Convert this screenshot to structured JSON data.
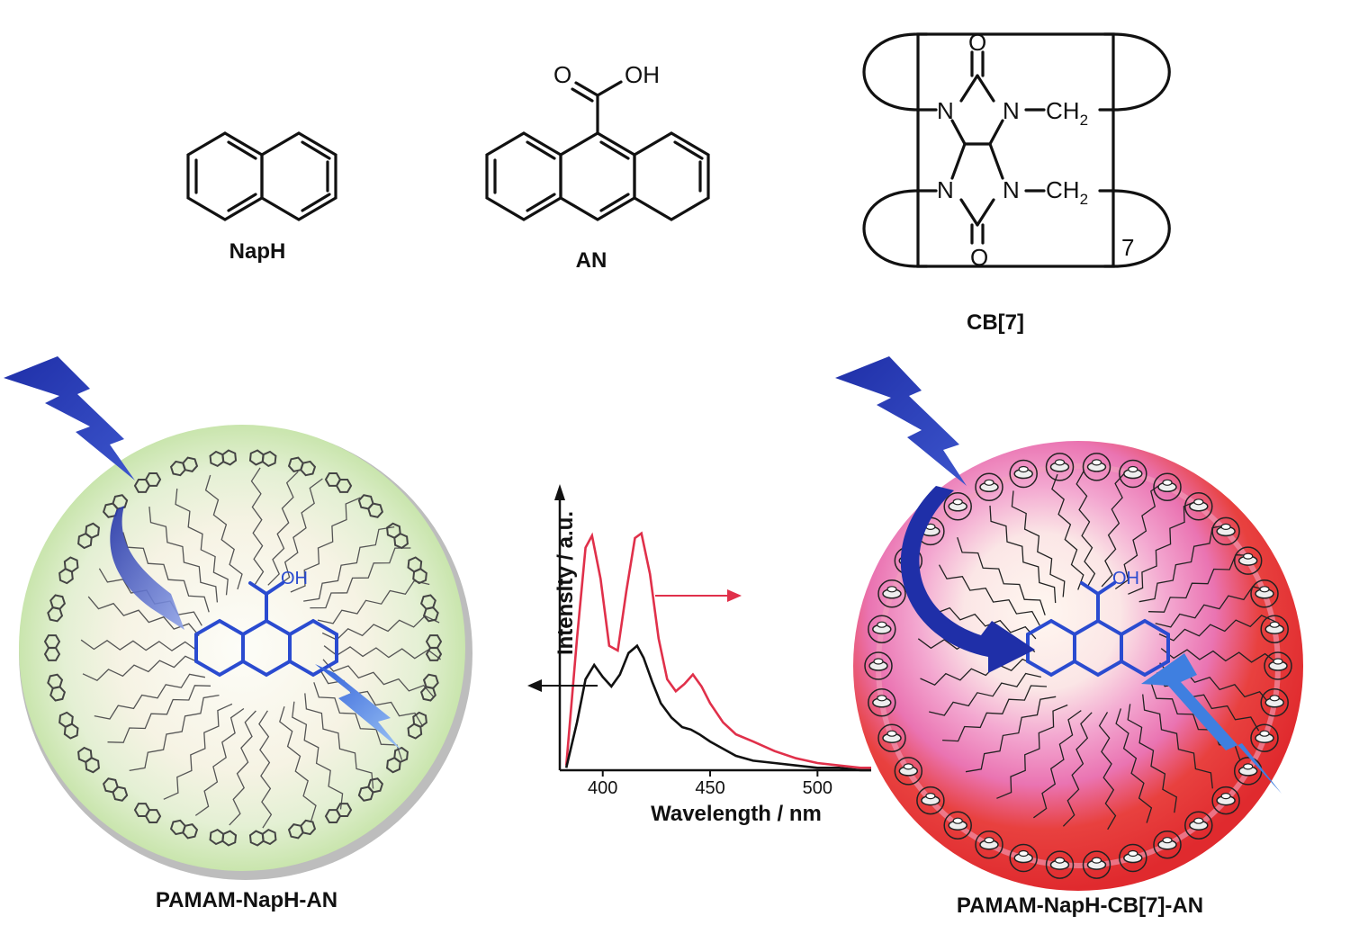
{
  "molecules": {
    "naph_label": "NapH",
    "an_label": "AN",
    "cb_label": "CB[7]",
    "oh": "OH",
    "o": "O",
    "n": "N",
    "ch2": "CH",
    "sub2": "2",
    "repeat": "7"
  },
  "dendrimers": {
    "left_label": "PAMAM-NapH-AN",
    "right_label": "PAMAM-NapH-CB[7]-AN",
    "core_oh": "OH"
  },
  "colors": {
    "left_shell": "#cfe8b6",
    "left_rim": "#b9b9b9",
    "right_shell": "#e8353a",
    "right_mid": "#f7a9c7",
    "core_blue": "#2a4bd0",
    "bolt_dark": "#1f2fa8",
    "bolt_light": "#3f7fe0",
    "red_series": "#e0304a",
    "black_series": "#111111"
  },
  "chart_data": {
    "type": "line",
    "xlabel": "Wavelength / nm",
    "ylabel": "Intensity / a.u.",
    "xlim": [
      380,
      525
    ],
    "ylim": [
      0,
      1
    ],
    "xticks": [
      400,
      450,
      500
    ],
    "series": [
      {
        "color": "red",
        "x": [
          383,
          388,
          392,
          395,
          399,
          403,
          407,
          411,
          415,
          418,
          422,
          426,
          430,
          434,
          438,
          442,
          446,
          450,
          456,
          462,
          470,
          480,
          490,
          500,
          510,
          520,
          525
        ],
        "y": [
          0.02,
          0.55,
          0.93,
          0.98,
          0.8,
          0.52,
          0.5,
          0.75,
          0.97,
          0.99,
          0.82,
          0.55,
          0.38,
          0.33,
          0.36,
          0.4,
          0.35,
          0.28,
          0.2,
          0.15,
          0.12,
          0.08,
          0.05,
          0.03,
          0.02,
          0.01,
          0.01
        ]
      },
      {
        "color": "black",
        "x": [
          383,
          388,
          392,
          396,
          400,
          404,
          408,
          412,
          416,
          419,
          423,
          427,
          432,
          437,
          441,
          445,
          450,
          456,
          462,
          470,
          480,
          490,
          500,
          510,
          520,
          525
        ],
        "y": [
          0.01,
          0.2,
          0.38,
          0.44,
          0.39,
          0.35,
          0.4,
          0.49,
          0.52,
          0.47,
          0.37,
          0.28,
          0.22,
          0.18,
          0.17,
          0.15,
          0.12,
          0.09,
          0.06,
          0.04,
          0.03,
          0.02,
          0.01,
          0.01,
          0.0,
          0.0
        ]
      }
    ]
  }
}
